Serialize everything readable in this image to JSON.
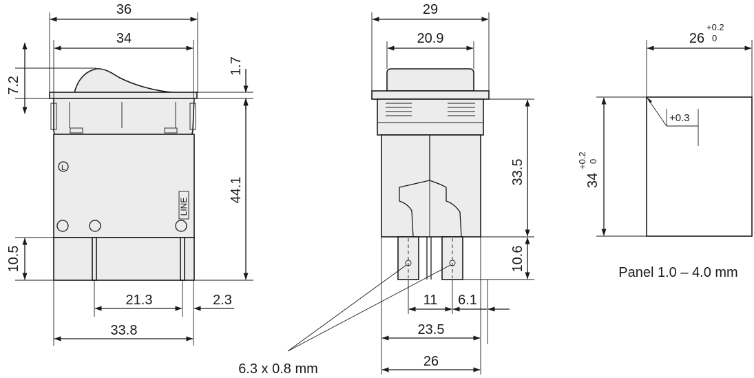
{
  "left_view": {
    "dims": {
      "overall_width": "36",
      "rocker_width": "34",
      "rocker_height": "7.2",
      "flange_thickness": "1.7",
      "body_height": "44.1",
      "terminal_length": "10.5",
      "terminal_spacing": "21.3",
      "terminal_offset": "2.3",
      "body_width": "33.8"
    },
    "markings": {
      "circle_symbol": "L",
      "side_label": "LINE"
    }
  },
  "middle_view": {
    "dims": {
      "overall_width": "29",
      "rocker_width": "20.9",
      "body_height": "33.5",
      "terminal_length": "10.6",
      "terminal_gap": "11",
      "terminal_offset": "6.1",
      "inner_width": "23.5",
      "body_width": "26"
    },
    "terminal_note": "6.3 x 0.8 mm"
  },
  "right_view": {
    "cutout_width": "26",
    "cutout_width_tol_upper": "+0.2",
    "cutout_width_tol_lower": "0",
    "cutout_height": "34",
    "cutout_height_tol_upper": "+0.2",
    "cutout_height_tol_lower": "0",
    "corner_note": "+0.3",
    "panel_note": "Panel 1.0 – 4.0 mm"
  }
}
